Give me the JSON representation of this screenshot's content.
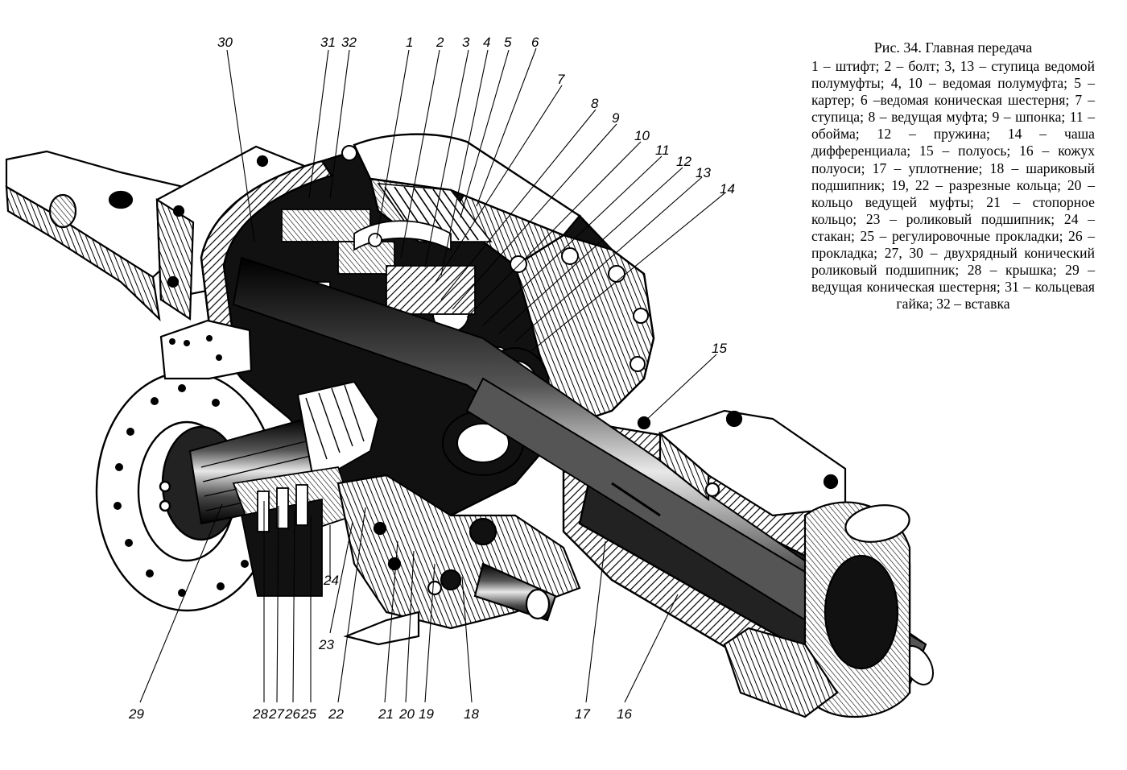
{
  "caption": {
    "title": "Рис. 34. Главная передача",
    "body": "1 – штифт; 2 – болт; 3, 13 – ступица ведомой полумуфты; 4, 10 – ведомая полумуфта; 5 – картер; 6 –ведомая коническая шестерня; 7 – ступица; 8 – ведущая муфта; 9 – шпонка; 11 – обойма; 12 – пружина; 14 – чаша дифференциала; 15 – полуось; 16 – кожух полуоси; 17 – уплотнение; 18 – шариковый подшипник; 19, 22 – разрезные кольца; 20 – кольцо ведущей муфты; 21 – стопорное кольцо; 23 – роликовый подшипник; 24 – стакан; 25 – регулировочные прокладки; 26 – прокладка; 27, 30 – двухрядный конический роликовый подшипник; 28 – крышка; 29 – ведущая коническая шестерня; 31 – кольцевая гайка; 32 – вставка"
  },
  "callouts": {
    "c1": "1",
    "c2": "2",
    "c3": "3",
    "c4": "4",
    "c5": "5",
    "c6": "6",
    "c7": "7",
    "c8": "8",
    "c9": "9",
    "c10": "10",
    "c11": "11",
    "c12": "12",
    "c13": "13",
    "c14": "14",
    "c15": "15",
    "c16": "16",
    "c17": "17",
    "c18": "18",
    "c19": "19",
    "c20": "20",
    "c21": "21",
    "c22": "22",
    "c23": "23",
    "c24": "24",
    "c25": "25",
    "c26": "26",
    "c27": "27",
    "c28": "28",
    "c29": "29",
    "c30": "30",
    "c31": "31",
    "c32": "32"
  },
  "colors": {
    "ink": "#000000",
    "paper": "#ffffff",
    "grey": "#6b6b6b",
    "lightgrey": "#bdbdbd"
  }
}
